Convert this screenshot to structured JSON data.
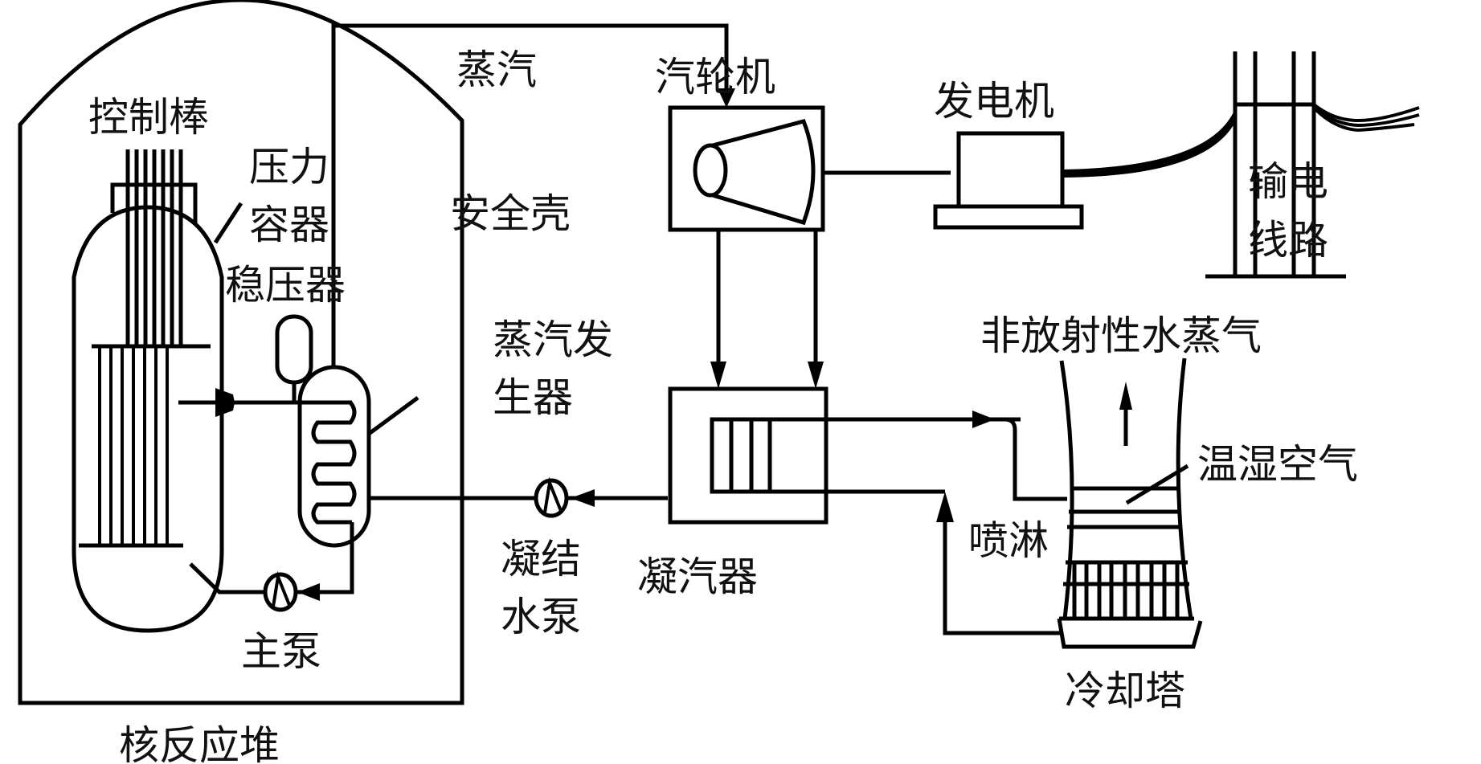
{
  "diagram": {
    "title": "核电站工作原理示意图",
    "labels": {
      "control_rods": "控制棒",
      "pressure_vessel_line1": "压力",
      "pressure_vessel_line2": "容器",
      "pressurizer": "稳压器",
      "steam": "蒸汽",
      "turbine": "汽轮机",
      "generator": "发电机",
      "transmission_line1": "输电",
      "transmission_line2": "线路",
      "containment": "安全壳",
      "steam_generator_line1": "蒸汽发",
      "steam_generator_line2": "生器",
      "non_radioactive_vapor": "非放射性水蒸气",
      "warm_humid_air": "温湿空气",
      "spray": "喷淋",
      "condensate_pump_line1": "凝结",
      "condensate_pump_line2": "水泵",
      "condenser": "凝汽器",
      "main_pump": "主泵",
      "cooling_tower": "冷却塔",
      "reactor": "核反应堆"
    },
    "components": [
      {
        "id": "reactor",
        "name": "核反应堆"
      },
      {
        "id": "pressure-vessel",
        "name": "压力容器"
      },
      {
        "id": "control-rods",
        "name": "控制棒"
      },
      {
        "id": "pressurizer",
        "name": "稳压器"
      },
      {
        "id": "steam-generator",
        "name": "蒸汽发生器"
      },
      {
        "id": "main-pump",
        "name": "主泵"
      },
      {
        "id": "containment",
        "name": "安全壳"
      },
      {
        "id": "turbine",
        "name": "汽轮机"
      },
      {
        "id": "generator",
        "name": "发电机"
      },
      {
        "id": "transmission-line",
        "name": "输电线路"
      },
      {
        "id": "condenser",
        "name": "凝汽器"
      },
      {
        "id": "condensate-pump",
        "name": "凝结水泵"
      },
      {
        "id": "cooling-tower",
        "name": "冷却塔"
      }
    ],
    "flows": [
      {
        "from": "pressure-vessel",
        "to": "steam-generator",
        "label": ""
      },
      {
        "from": "steam-generator",
        "to": "turbine",
        "label": "蒸汽"
      },
      {
        "from": "turbine",
        "to": "condenser",
        "label": ""
      },
      {
        "from": "condenser",
        "to": "condensate-pump",
        "label": ""
      },
      {
        "from": "condensate-pump",
        "to": "steam-generator",
        "label": ""
      },
      {
        "from": "steam-generator",
        "to": "main-pump",
        "label": ""
      },
      {
        "from": "main-pump",
        "to": "pressure-vessel",
        "label": ""
      },
      {
        "from": "condenser",
        "to": "cooling-tower",
        "label": "喷淋"
      },
      {
        "from": "cooling-tower",
        "to": "condenser",
        "label": ""
      },
      {
        "from": "turbine",
        "to": "generator",
        "label": ""
      },
      {
        "from": "generator",
        "to": "transmission-line",
        "label": ""
      }
    ],
    "colors": {
      "stroke": "#000000",
      "background": "#ffffff"
    }
  }
}
